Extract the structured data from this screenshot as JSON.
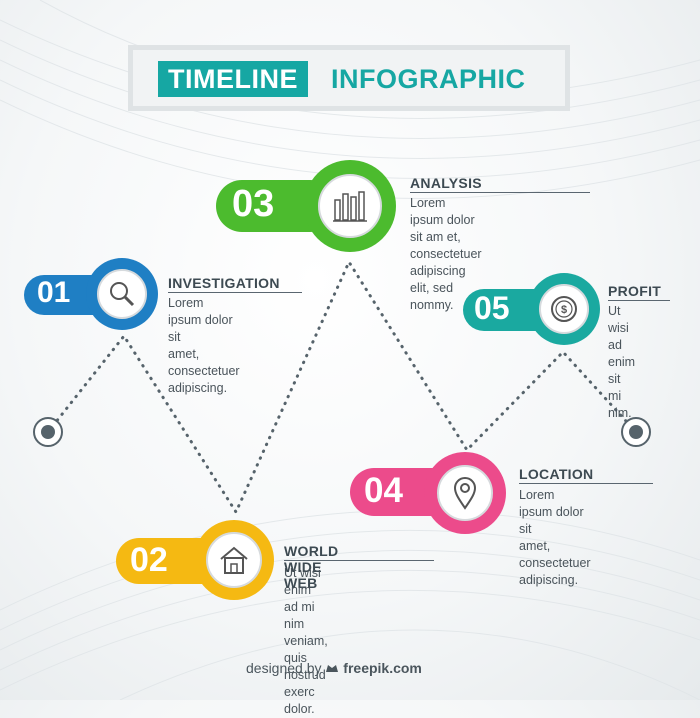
{
  "title": {
    "part1": "TIMELINE",
    "part2": "INFOGRAPHIC"
  },
  "steps": [
    {
      "number": "01",
      "heading": "INVESTIGATION",
      "lines": [
        "Lorem ipsum dolor sit",
        "amet, consectetuer",
        "adipiscing."
      ],
      "color": "#1f7fc4",
      "dark": "#1566a3",
      "icon": "magnifier-icon"
    },
    {
      "number": "02",
      "heading": "WORLD WIDE WEB",
      "lines": [
        "Ut wisi enim ad mi nim",
        "veniam, quis nostrud",
        "exerc dolor."
      ],
      "color": "#f5b912",
      "dark": "#e2a308",
      "icon": "house-icon"
    },
    {
      "number": "03",
      "heading": "ANALYSIS",
      "lines": [
        "Lorem ipsum dolor sit am et,",
        "consectetuer adipiscing",
        "elit, sed nommy."
      ],
      "color": "#4cbb2e",
      "dark": "#38a21f",
      "icon": "bar-chart-icon"
    },
    {
      "number": "04",
      "heading": "LOCATION",
      "lines": [
        "Lorem ipsum dolor sit",
        "amet, consectetuer",
        "adipiscing."
      ],
      "color": "#ec4b8b",
      "dark": "#d73377",
      "icon": "location-pin-icon"
    },
    {
      "number": "05",
      "heading": "PROFIT",
      "lines": [
        "Ut wisi ad",
        "enim sit",
        "mi nim."
      ],
      "color": "#1aa9a0",
      "dark": "#108d85",
      "icon": "coin-icon"
    }
  ],
  "credit": {
    "prefix": "designed by",
    "brand": "freepik.com"
  }
}
